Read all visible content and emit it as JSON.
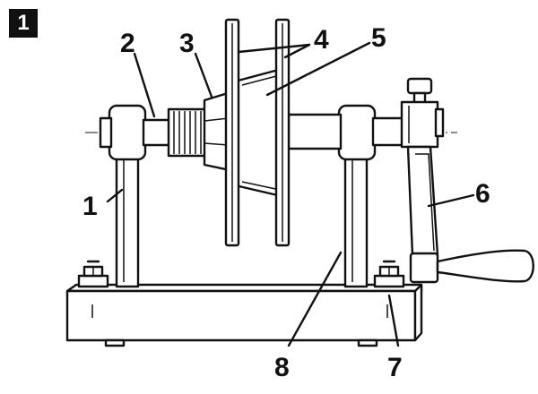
{
  "figure": {
    "number": "1",
    "callouts": {
      "c1": "1",
      "c2": "2",
      "c3": "3",
      "c4": "4",
      "c5": "5",
      "c6": "6",
      "c7": "7",
      "c8": "8"
    }
  },
  "colors": {
    "ink": "#111111",
    "paper": "#ffffff"
  }
}
